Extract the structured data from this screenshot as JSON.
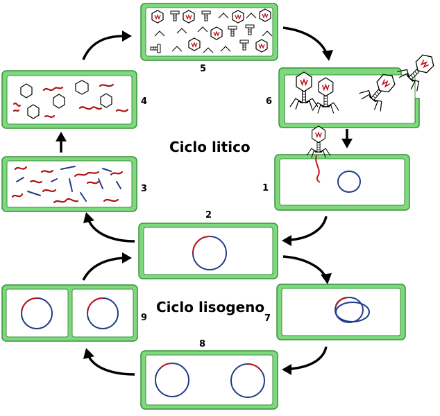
{
  "titles": {
    "lytic": "Ciclo litico",
    "lysogenic": "Ciclo lisogeno"
  },
  "steps": {
    "s1": "1",
    "s2": "2",
    "s3": "3",
    "s4": "4",
    "s5": "5",
    "s6": "6",
    "s7": "7",
    "s8": "8",
    "s9": "9"
  },
  "colors": {
    "cell_border": "#7ed87e",
    "bacterial_dna": "#1f3c88",
    "phage_dna": "#c0141e"
  }
}
